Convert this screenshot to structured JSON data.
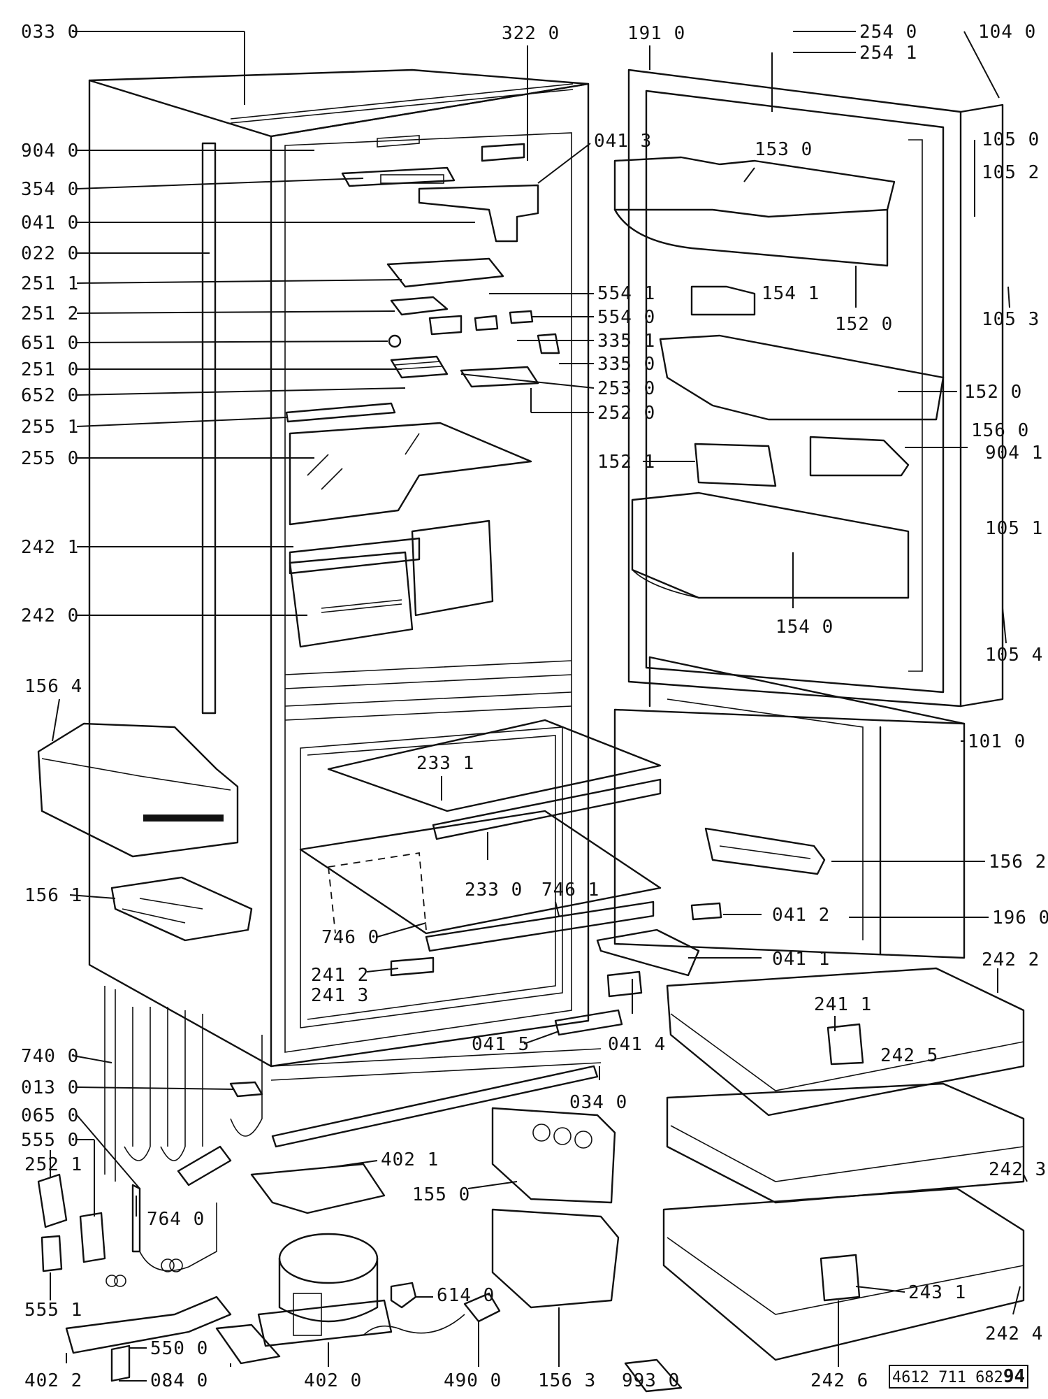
{
  "document_number": {
    "prefix": "4612 711 682",
    "suffix": "94"
  },
  "labels": {
    "p0330": "033 0",
    "p3220": "322 0",
    "p1910": "191 0",
    "p2540": "254 0",
    "p2541": "254 1",
    "p1040": "104 0",
    "p9040": "904 0",
    "p0413": "041 3",
    "p1530": "153 0",
    "p1050": "105 0",
    "p1052": "105 2",
    "p3540": "354 0",
    "p0410": "041 0",
    "p0220": "022 0",
    "p2511": "251 1",
    "p5541": "554 1",
    "p1541": "154 1",
    "p1053": "105 3",
    "p2512": "251 2",
    "p5540": "554 0",
    "p1520a": "152 0",
    "p6510": "651 0",
    "p3351": "335 1",
    "p2510": "251 0",
    "p3350": "335 0",
    "p6520": "652 0",
    "p2530": "253 0",
    "p1520b": "152 0",
    "p2551": "255 1",
    "p2520": "252 0",
    "p1560": "156 0",
    "p2550": "255 0",
    "p1521": "152 1",
    "p9041": "904 1",
    "p1051": "105 1",
    "p2421": "242 1",
    "p2420": "242 0",
    "p1540": "154 0",
    "p1054": "105 4",
    "p1564": "156 4",
    "p1010": "101 0",
    "p2331": "233 1",
    "p1562": "156 2",
    "p2330": "233 0",
    "p7461": "746 1",
    "p1561": "156 1",
    "p0412": "041 2",
    "p1960": "196 0",
    "p7460": "746 0",
    "p0411": "041 1",
    "p2412": "241 2",
    "p2413": "241 3",
    "p2422": "242 2",
    "p2411": "241 1",
    "p2425": "242 5",
    "p7400": "740 0",
    "p0415": "041 5",
    "p0414": "041 4",
    "p0130": "013 0",
    "p0340": "034 0",
    "p0650": "065 0",
    "p5550": "555 0",
    "p2423": "242 3",
    "p2521": "252 1",
    "p4021": "402 1",
    "p1550": "155 0",
    "p7640": "764 0",
    "p2431": "243 1",
    "p6140": "614 0",
    "p5551": "555 1",
    "p2424": "242 4",
    "p5500": "550 0",
    "p4022": "402 2",
    "p0840": "084 0",
    "p4020": "402 0",
    "p4900": "490 0",
    "p1563": "156 3",
    "p9930": "993 0",
    "p2426": "242 6"
  }
}
